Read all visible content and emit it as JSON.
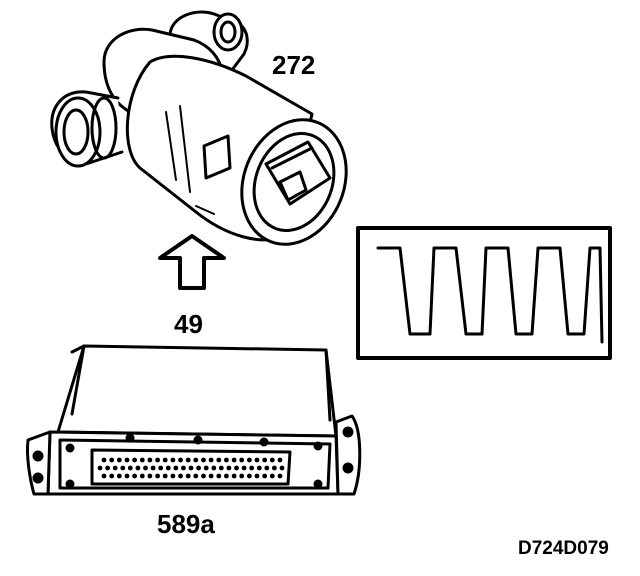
{
  "labels": {
    "valve": "272",
    "wire": "49",
    "control_unit": "589a",
    "drawing_code": "D724D079"
  },
  "signal": {
    "type": "square-wave",
    "cycles": 4
  },
  "colors": {
    "ink": "#000000",
    "paper": "#ffffff"
  }
}
